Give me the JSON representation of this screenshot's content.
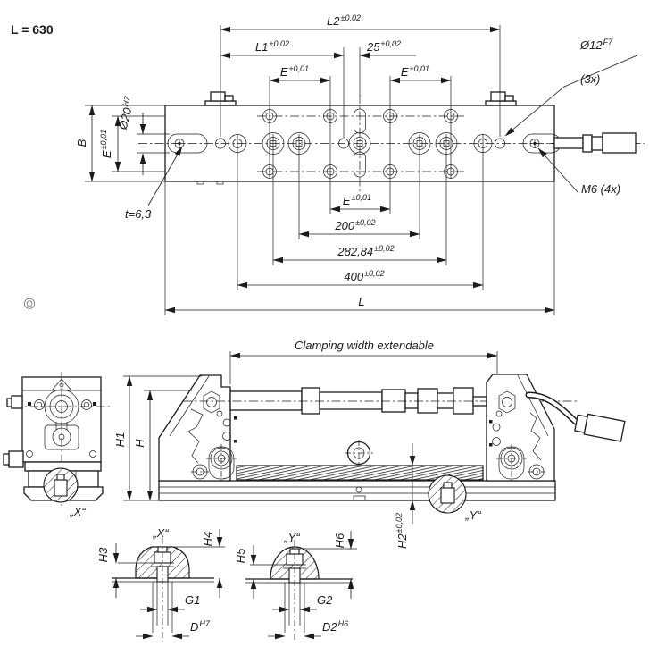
{
  "title": "L = 630",
  "colors": {
    "line": "#1b1b1b",
    "background": "#ffffff"
  },
  "top_view": {
    "L2": "L2",
    "L2_tol": "±0,02",
    "L1": "L1",
    "L1_tol": "±0,02",
    "d25": "25",
    "d25_tol": "±0,02",
    "E": "E",
    "E_tol": "±0,01",
    "dia12": "Ø12",
    "dia12_fit": "F7",
    "dia12_count": "(3x)",
    "dia20": "Ø20",
    "dia20_fit": "H7",
    "B": "B",
    "t_depth": "t=6,3",
    "M6": "M6 (4x)",
    "d200": "200",
    "d200_tol": "±0,02",
    "d282": "282,84",
    "d282_tol": "±0,02",
    "d400": "400",
    "d400_tol": "±0,02",
    "L": "L"
  },
  "assembly_view": {
    "clamping": "Clamping width extendable",
    "H1": "H1",
    "H": "H",
    "H2": "H2",
    "H2_tol": "±0,02",
    "detail_x_ref": "„X“",
    "detail_y_ref": "„Y“"
  },
  "detail_x": {
    "title": "„X“",
    "H3": "H3",
    "H4": "H4",
    "G1": "G1",
    "D": "D",
    "D_fit": "H7"
  },
  "detail_y": {
    "title": "„Y“",
    "H5": "H5",
    "H6": "H6",
    "G2": "G2",
    "D2": "D2",
    "D2_fit": "H6"
  }
}
